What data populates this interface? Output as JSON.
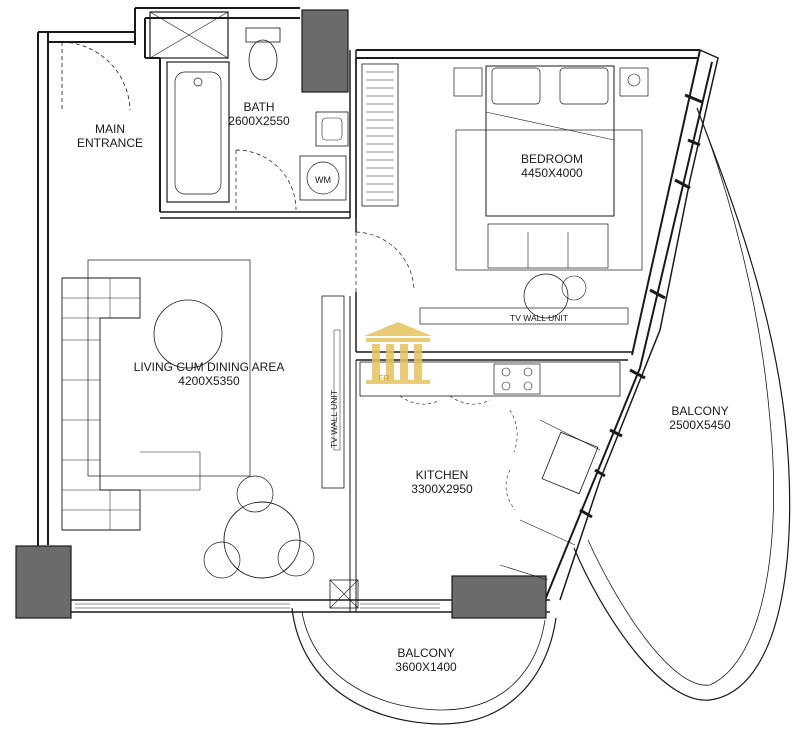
{
  "rooms": {
    "main_entrance": {
      "line1": "MAIN",
      "line2": "ENTRANCE"
    },
    "bath": {
      "name": "BATH",
      "size": "2600X2550"
    },
    "bedroom": {
      "name": "BEDROOM",
      "size": "4450X4000"
    },
    "living": {
      "name": "LIVING CUM DINING AREA",
      "size": "4200X5350"
    },
    "kitchen": {
      "name": "KITCHEN",
      "size": "3300X2950"
    },
    "balcony_right": {
      "name": "BALCONY",
      "size": "2500X5450"
    },
    "balcony_bottom": {
      "name": "BALCONY",
      "size": "3600X1400"
    }
  },
  "fixtures": {
    "washing_machine": "WM",
    "tv_unit_bedroom": "TV WALL UNIT",
    "tv_unit_living": "TV WALL UNIT"
  },
  "watermark": {
    "text": "FR"
  },
  "colors": {
    "wall": "#1a1a1a",
    "column": "#6b6b6b",
    "watermark": "#e6c35c",
    "line": "#333333"
  }
}
